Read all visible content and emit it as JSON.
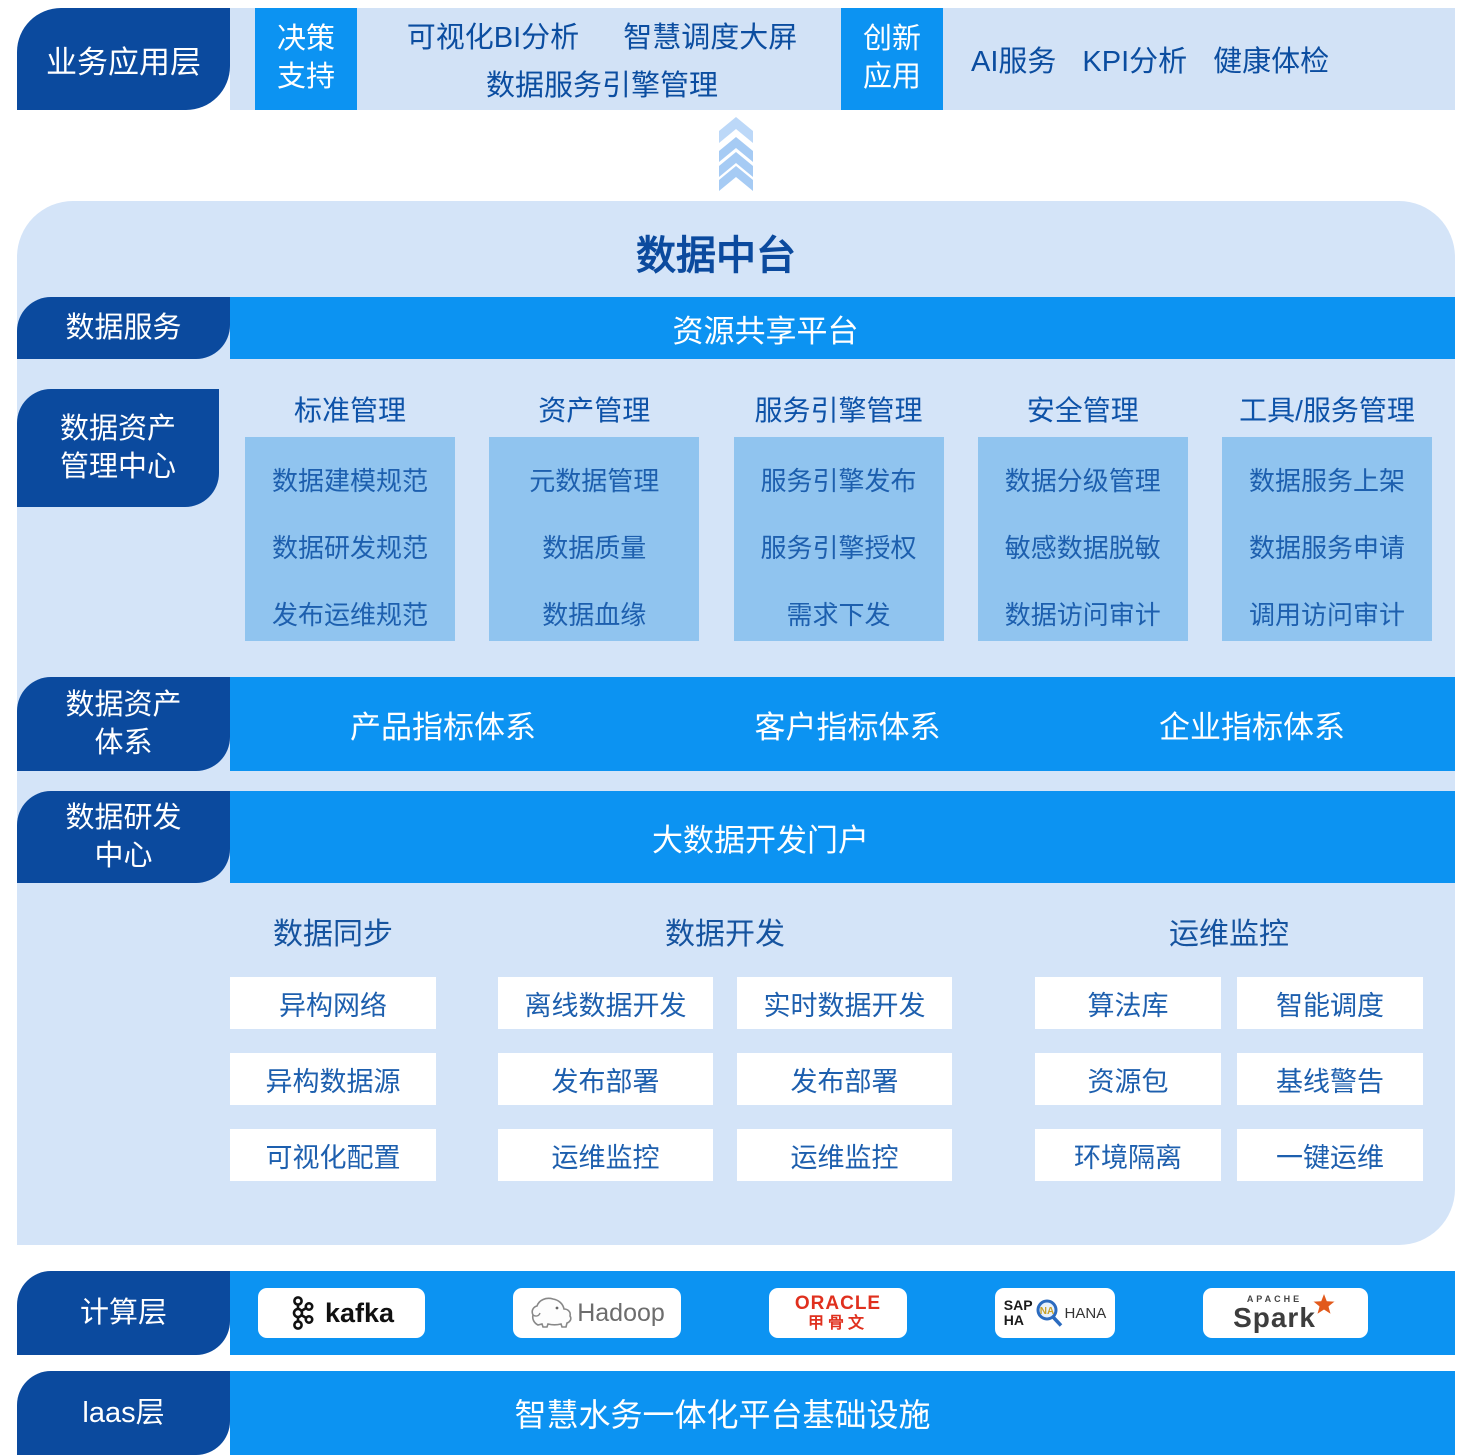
{
  "colors": {
    "navy": "#0b4a9e",
    "bright_blue": "#0c93f2",
    "panel_blue": "#d4e4f8",
    "band_blue": "#d2e2f6",
    "box_blue": "#90c4ef",
    "item_text_blue": "#1d5fae",
    "arrow_blue": "#a6cbf4"
  },
  "business_layer": {
    "label": "业务应用层",
    "decision": {
      "chip_line1": "决策",
      "chip_line2": "支持",
      "items": [
        "可视化BI分析",
        "智慧调度大屏",
        "数据服务引擎管理"
      ]
    },
    "innovation": {
      "chip_line1": "创新",
      "chip_line2": "应用",
      "items": [
        "AI服务",
        "KPI分析",
        "健康体检"
      ]
    }
  },
  "platform": {
    "title": "数据中台",
    "data_service": {
      "label": "数据服务",
      "bar": "资源共享平台"
    },
    "asset_center": {
      "label_line1": "数据资产",
      "label_line2": "管理中心",
      "columns": [
        {
          "header": "标准管理",
          "items": [
            "数据建模规范",
            "数据研发规范",
            "发布运维规范"
          ]
        },
        {
          "header": "资产管理",
          "items": [
            "元数据管理",
            "数据质量",
            "数据血缘"
          ]
        },
        {
          "header": "服务引擎管理",
          "items": [
            "服务引擎发布",
            "服务引擎授权",
            "需求下发"
          ]
        },
        {
          "header": "安全管理",
          "items": [
            "数据分级管理",
            "敏感数据脱敏",
            "数据访问审计"
          ]
        },
        {
          "header": "工具/服务管理",
          "items": [
            "数据服务上架",
            "数据服务申请",
            "调用访问审计"
          ]
        }
      ]
    },
    "asset_system": {
      "label_line1": "数据资产",
      "label_line2": "体系",
      "items": [
        "产品指标体系",
        "客户指标体系",
        "企业指标体系"
      ]
    },
    "dev_center": {
      "label_line1": "数据研发",
      "label_line2": "中心",
      "bar": "大数据开发门户"
    },
    "dev_groups": [
      {
        "heading": "数据同步",
        "items": [
          "异构网络",
          "异构数据源",
          "可视化配置"
        ]
      },
      {
        "heading": "数据开发",
        "items": [
          "离线数据开发",
          "实时数据开发",
          "发布部署",
          "发布部署",
          "运维监控",
          "运维监控"
        ]
      },
      {
        "heading": "运维监控",
        "items": [
          "算法库",
          "智能调度",
          "资源包",
          "基线警告",
          "环境隔离",
          "一键运维"
        ]
      }
    ]
  },
  "compute_layer": {
    "label": "计算层",
    "logos": {
      "kafka": "kafka",
      "hadoop": "Hadoop",
      "oracle_line1": "ORACLE",
      "oracle_line2": "甲骨文",
      "sap_line1": "SAP",
      "sap_line2": "HA",
      "sap_na": "NA",
      "sap_hana": "HANA",
      "spark_apache": "APACHE",
      "spark": "Spark"
    }
  },
  "iaas_layer": {
    "label": "laas层",
    "bar": "智慧水务一体化平台基础设施"
  }
}
